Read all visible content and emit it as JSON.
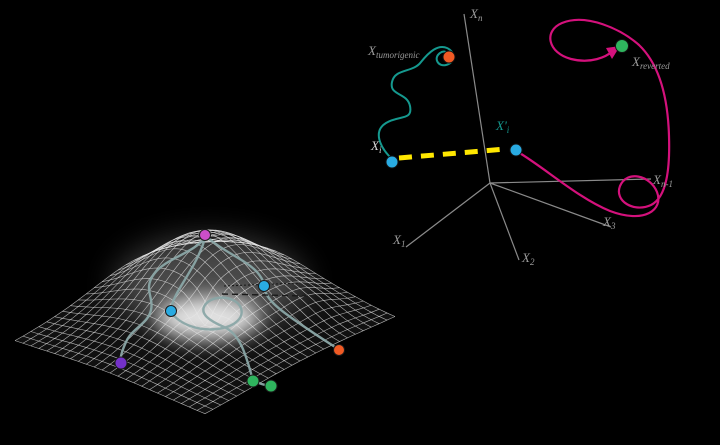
{
  "colors": {
    "background": "#000000",
    "mesh": "#e8e8e8",
    "surface_fill": "#101010",
    "axis": "#8a8a8a",
    "label": "#9a9a9a",
    "light_label": "#d8d8d8",
    "teal_trajectory": "#15998f",
    "magenta_trajectory": "#d4117c",
    "yellow_dashed": "#ffe700",
    "blue_dot": "#29abe2",
    "orange_dot": "#f05a24",
    "green_dot": "#2fb45e",
    "magenta_dot": "#cb4ec9",
    "purple_dot": "#7431c9",
    "valley_path": "#8aa6a6",
    "annotation_dash": "#1a1a1a"
  },
  "state_space": {
    "axis_labels": {
      "xn": {
        "main": "X",
        "sub": "n"
      },
      "x1": {
        "main": "X",
        "sub": "1"
      },
      "x2": {
        "main": "X",
        "sub": "2"
      },
      "x3": {
        "main": "X",
        "sub": "3"
      },
      "xn1": {
        "main": "X",
        "sub": "n-1"
      }
    },
    "point_labels": {
      "xi": {
        "main": "X",
        "sub": "i"
      },
      "xi_prime": {
        "main": "X'",
        "sub": "i"
      },
      "tumorigenic": {
        "main": "X",
        "sub": "tumorigenic"
      },
      "reverted": {
        "main": "X",
        "sub": "reverted"
      }
    }
  }
}
